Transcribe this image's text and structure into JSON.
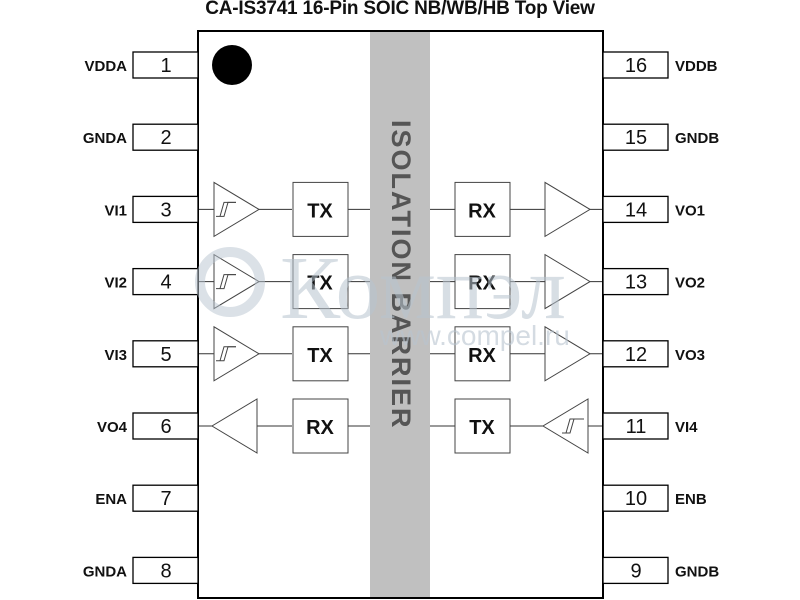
{
  "title": "CA-IS3741 16-Pin SOIC NB/WB/HB Top View",
  "barrier_label": "ISOLATION BARRIER",
  "left_pins": [
    {
      "num": "1",
      "label": "VDDA"
    },
    {
      "num": "2",
      "label": "GNDA"
    },
    {
      "num": "3",
      "label": "VI1"
    },
    {
      "num": "4",
      "label": "VI2"
    },
    {
      "num": "5",
      "label": "VI3"
    },
    {
      "num": "6",
      "label": "VO4"
    },
    {
      "num": "7",
      "label": "ENA"
    },
    {
      "num": "8",
      "label": "GNDA"
    }
  ],
  "right_pins": [
    {
      "num": "16",
      "label": "VDDB"
    },
    {
      "num": "15",
      "label": "GNDB"
    },
    {
      "num": "14",
      "label": "VO1"
    },
    {
      "num": "13",
      "label": "VO2"
    },
    {
      "num": "12",
      "label": "VO3"
    },
    {
      "num": "11",
      "label": "VI4"
    },
    {
      "num": "10",
      "label": "ENB"
    },
    {
      "num": "9",
      "label": "GNDB"
    }
  ],
  "channels": [
    {
      "left_block": "TX",
      "right_block": "RX",
      "direction": "A-to-B"
    },
    {
      "left_block": "TX",
      "right_block": "RX",
      "direction": "A-to-B"
    },
    {
      "left_block": "TX",
      "right_block": "RX",
      "direction": "A-to-B"
    },
    {
      "left_block": "RX",
      "right_block": "TX",
      "direction": "B-to-A"
    }
  ],
  "watermark": {
    "text": "Компэл",
    "url": "www.compel.ru"
  },
  "colors": {
    "barrier": "#c0c0c0",
    "outline": "#000000",
    "watermark": "#b8c4cf"
  }
}
